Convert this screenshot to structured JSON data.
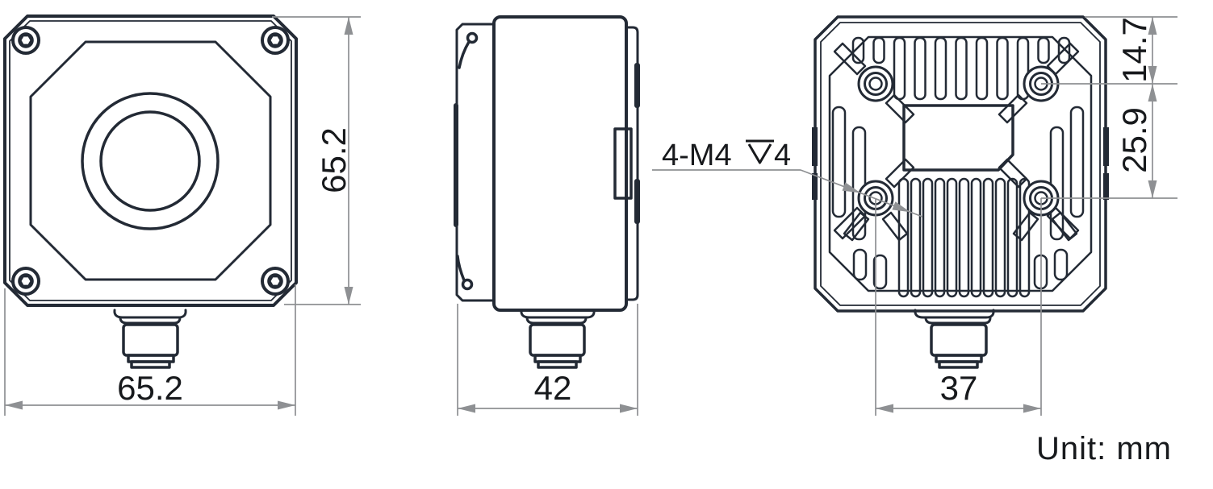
{
  "drawing": {
    "unit_label": "Unit: mm",
    "dimensions": {
      "front_width": "65.2",
      "front_height": "65.2",
      "side_depth": "42",
      "mount_hole_spacing_horizontal": "37",
      "mount_hole_offset_top": "14.7",
      "mount_hole_spacing_vertical": "25.9"
    },
    "annotation": {
      "full_text": "4-M4⊽4",
      "prefix": "4-M4",
      "depth_symbol_icon": "depth-symbol",
      "suffix": "4"
    },
    "colors": {
      "line": "#232a35",
      "dimension": "#8e9093",
      "text": "#17191c",
      "background": "#ffffff"
    }
  }
}
